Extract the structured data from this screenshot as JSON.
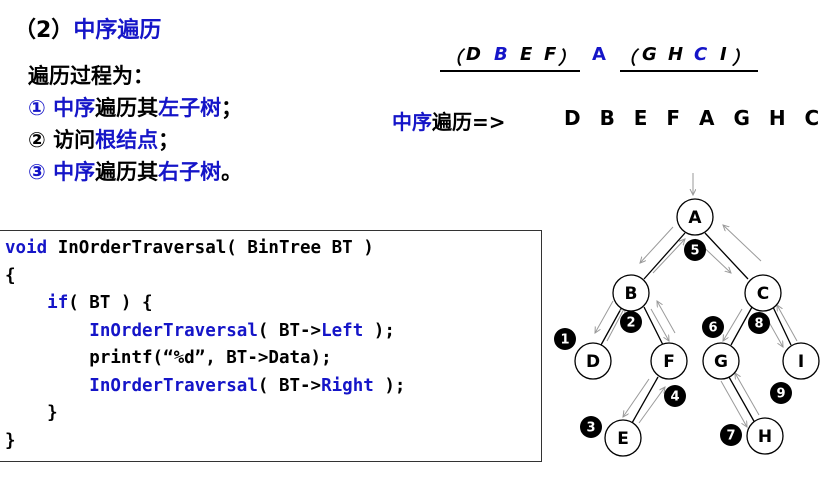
{
  "title": {
    "number": "（2）",
    "text": "中序遍历"
  },
  "steps": {
    "heading": "遍历过程为：",
    "s1": {
      "circled": "①",
      "a": "中序",
      "b": "遍历其",
      "c": "左子树",
      "d": "；"
    },
    "s2": {
      "circled": "②",
      "a": "访问",
      "b": "根结点",
      "c": "；"
    },
    "s3": {
      "circled": "③",
      "a": "中序",
      "b": "遍历其",
      "c": "右子树",
      "d": "。"
    }
  },
  "sequence": {
    "left_open": "（",
    "left_items": [
      "D",
      "B",
      "E",
      "F"
    ],
    "left_close": "）",
    "root": "A",
    "right_open": "（",
    "right_items": [
      "G",
      "H",
      "C",
      "I"
    ],
    "right_close": "）"
  },
  "result": {
    "label_blue": "中序",
    "label_rest": "遍历=>",
    "order": "D B E F A G H C I"
  },
  "code": {
    "line1_kw": "void",
    "line1_rest": " InOrderTraversal( BinTree BT )",
    "line2": "{",
    "line3_kw": "if",
    "line3_rest": "( BT ) {",
    "line4_fn": "InOrderTraversal",
    "line4_mid": "( BT->",
    "line4_field": "Left",
    "line4_end": " );",
    "line5": "printf(“%d”, BT->Data);",
    "line6_fn": "InOrderTraversal",
    "line6_mid": "( BT->",
    "line6_field": "Right",
    "line6_end": " );",
    "line7": "}",
    "line8": "}"
  },
  "tree": {
    "nodes": {
      "A": "A",
      "B": "B",
      "C": "C",
      "D": "D",
      "E": "E",
      "F": "F",
      "G": "G",
      "H": "H",
      "I": "I"
    },
    "steps": [
      "1",
      "2",
      "3",
      "4",
      "5",
      "6",
      "7",
      "8",
      "9"
    ]
  },
  "colors": {
    "accent_blue": "#1515c8",
    "badge": "#000000",
    "arrow": "#9a9a9a"
  }
}
